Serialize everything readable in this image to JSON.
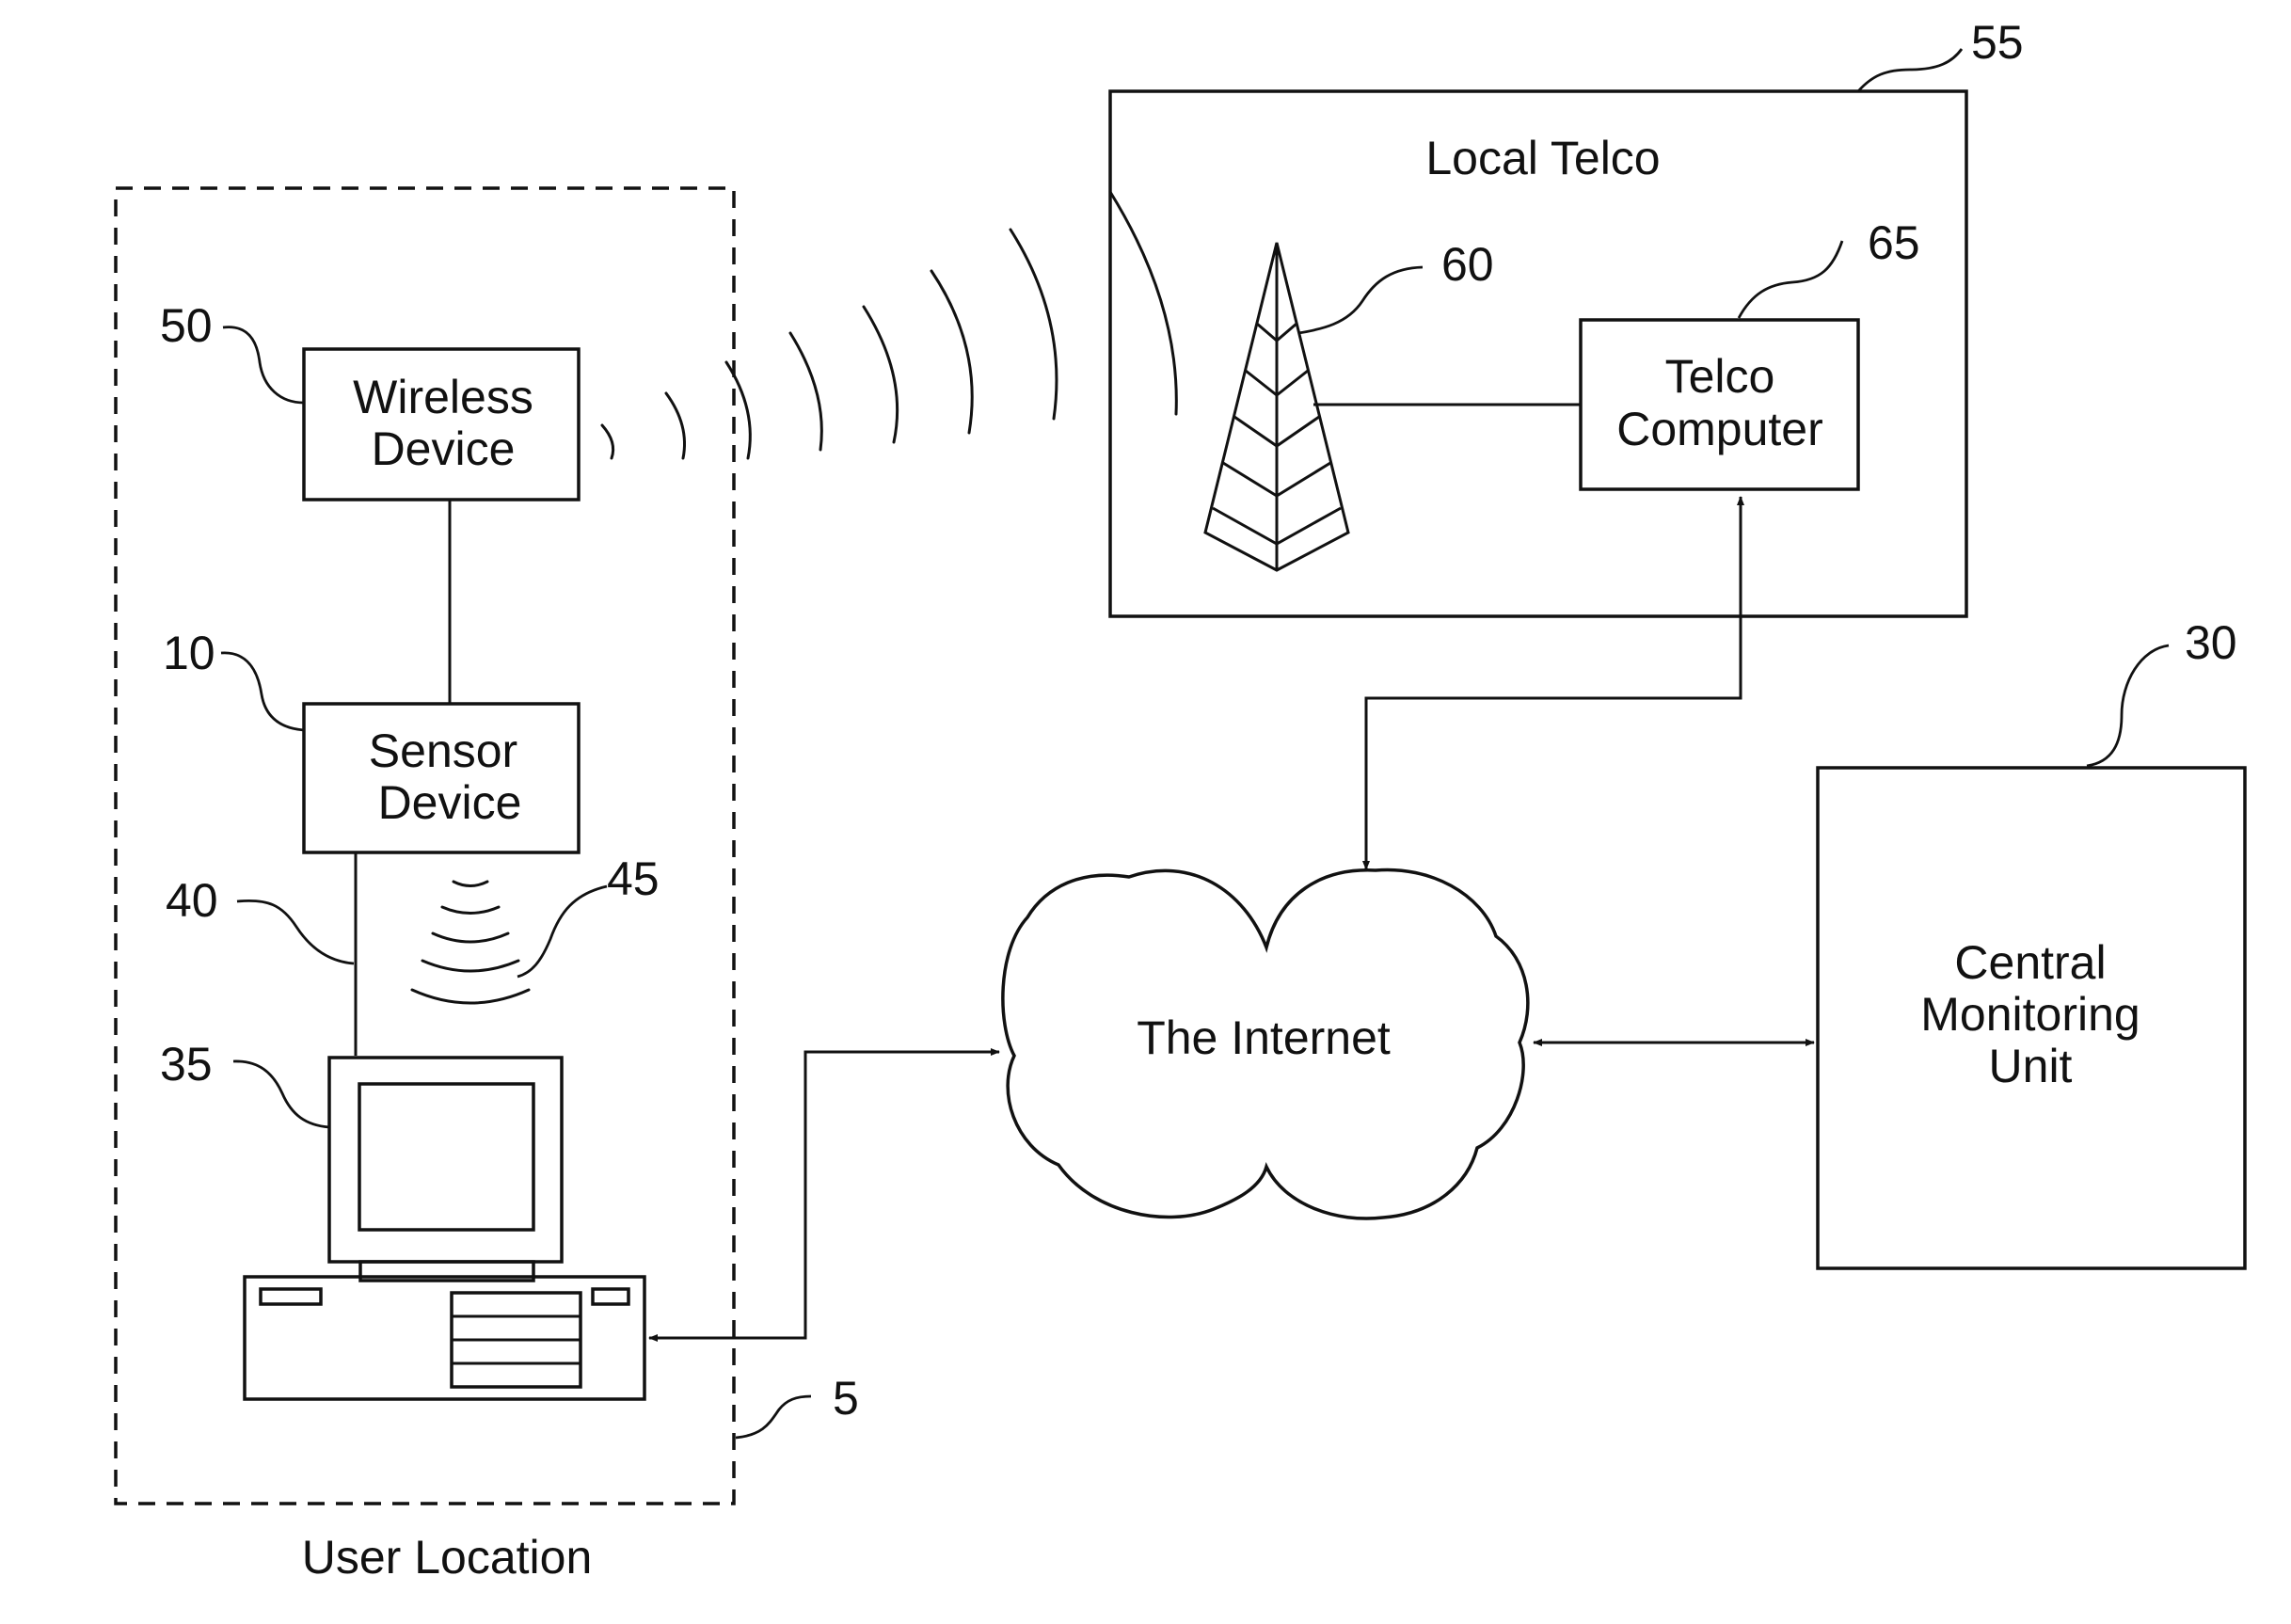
{
  "diagram": {
    "boxes": {
      "wireless_device": {
        "line1": "Wireless",
        "line2": "Device"
      },
      "sensor_device": {
        "line1": "Sensor",
        "line2": "Device"
      },
      "telco_computer": {
        "line1": "Telco",
        "line2": "Computer"
      },
      "central_monitoring": {
        "line1": "Central",
        "line2": "Monitoring",
        "line3": "Unit"
      }
    },
    "regions": {
      "local_telco": "Local Telco",
      "user_location": "User Location",
      "internet": "The Internet"
    },
    "reference_numerals": {
      "user_location": "5",
      "sensor_device": "10",
      "central_monitoring": "30",
      "computer": "35",
      "wired_link": "40",
      "wireless_link": "45",
      "wireless_device": "50",
      "local_telco": "55",
      "tower": "60",
      "telco_computer": "65"
    }
  }
}
